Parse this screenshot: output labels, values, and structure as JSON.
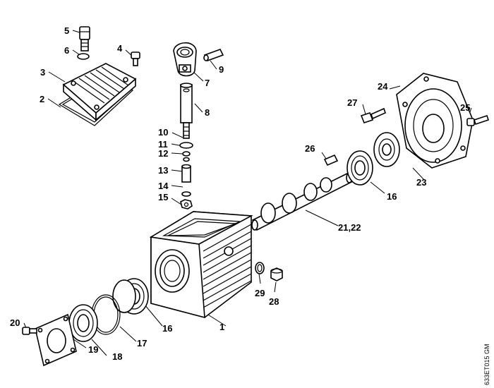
{
  "diagram": {
    "code": "633ET015 GM",
    "parts": [
      {
        "label": "1"
      },
      {
        "label": "2"
      },
      {
        "label": "3"
      },
      {
        "label": "4"
      },
      {
        "label": "5"
      },
      {
        "label": "6"
      },
      {
        "label": "7"
      },
      {
        "label": "8"
      },
      {
        "label": "9"
      },
      {
        "label": "10"
      },
      {
        "label": "11"
      },
      {
        "label": "12"
      },
      {
        "label": "13"
      },
      {
        "label": "14"
      },
      {
        "label": "15"
      },
      {
        "label": "16"
      },
      {
        "label": "16"
      },
      {
        "label": "17"
      },
      {
        "label": "18"
      },
      {
        "label": "19"
      },
      {
        "label": "20"
      },
      {
        "label": "21,22"
      },
      {
        "label": "23"
      },
      {
        "label": "24"
      },
      {
        "label": "25"
      },
      {
        "label": "26"
      },
      {
        "label": "27"
      },
      {
        "label": "28"
      },
      {
        "label": "29"
      }
    ]
  }
}
